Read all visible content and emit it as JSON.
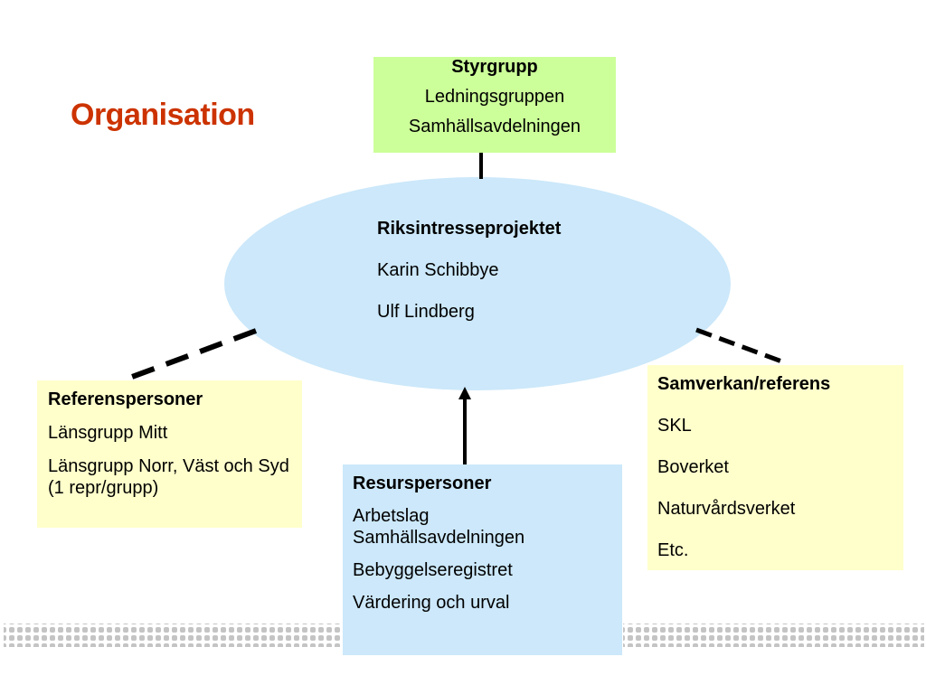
{
  "title": "Organisation",
  "styrgrupp": {
    "heading": "Styrgrupp",
    "lines": [
      "Ledningsgruppen",
      "Samhällsavdelningen"
    ]
  },
  "project": {
    "heading": "Riksintresseprojektet",
    "members": [
      "Karin Schibbye",
      "Ulf Lindberg"
    ]
  },
  "referens": {
    "heading": "Referenspersoner",
    "lines": [
      "Länsgrupp Mitt",
      "Länsgrupp Norr, Väst och Syd (1 repr/grupp)"
    ]
  },
  "resurs": {
    "heading": "Resurspersoner",
    "lines": [
      "Arbetslag Samhällsavdelningen",
      "Bebyggelseregistret",
      "Värdering och urval"
    ]
  },
  "samverkan": {
    "heading": "Samverkan/referens",
    "lines": [
      "SKL",
      "Boverket",
      "Naturvårdsverket",
      "Etc."
    ]
  },
  "colors": {
    "title": "#cc3300",
    "styrgrupp_fill": "#ccff99",
    "ellipse_fill": "#cce8fa",
    "side_box_fill": "#ffffcc",
    "resurs_fill": "#cce8fa",
    "footer_pattern": "#c0c0c0"
  }
}
